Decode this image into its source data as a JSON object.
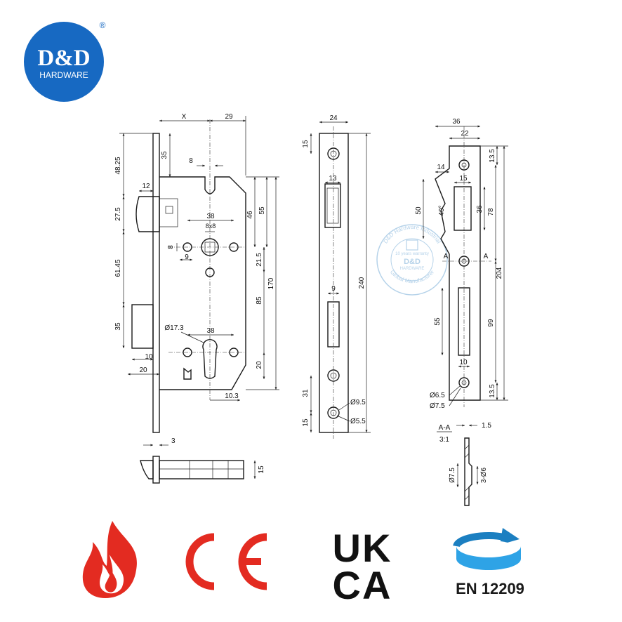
{
  "brand": {
    "logo_line1": "D&D",
    "logo_line2": "HARDWARE",
    "registered": "®",
    "logo_color": "#1769c2"
  },
  "watermark": {
    "ring_top": "D&D Hardware Industrial",
    "center_line1": "10 years warranty",
    "center_line2": "D&D",
    "center_line3": "HARDWARE",
    "ring_bottom": "Global Manufacturer",
    "color": "#a9cbe6"
  },
  "front_view": {
    "dims": {
      "x": "X",
      "w29": "29",
      "h48_25": "48.25",
      "h35_top": "35",
      "w8": "8",
      "w12": "12",
      "h27_5": "27.5",
      "h46": "46",
      "h55": "55",
      "w38_top": "38",
      "sq8x8": "8x8",
      "h8": "8",
      "w9": "9",
      "h61_45": "61.45",
      "h21_5": "21.5",
      "h170": "170",
      "h85": "85",
      "dia17_3": "Ø17.3",
      "w38_bot": "38",
      "h35_low": "35",
      "w10": "10",
      "w20": "20",
      "h20": "20",
      "w10_3": "10.3"
    }
  },
  "bolt_view": {
    "dims": {
      "w3": "3",
      "h15": "15"
    }
  },
  "faceplate_view": {
    "dims": {
      "w24": "24",
      "h15_top": "15",
      "w13": "13",
      "w9": "9",
      "h240": "240",
      "h31": "31",
      "dia9_5": "Ø9.5",
      "dia5_5": "Ø5.5",
      "h15_bot": "15"
    }
  },
  "strike_view": {
    "dims": {
      "w36": "36",
      "w22": "22",
      "h13_5_top": "13.5",
      "w14": "14",
      "w15": "15",
      "h50": "50",
      "angle40": "40°",
      "h36": "36",
      "h78": "78",
      "sec_a_left": "A",
      "sec_a_right": "A",
      "h204": "204",
      "h55": "55",
      "h99": "99",
      "w10": "10",
      "dia6_5": "Ø6.5",
      "dia7_5": "Ø7.5",
      "h13_5_bot": "13.5"
    }
  },
  "section_view": {
    "label": "A-A",
    "scale": "3:1",
    "dims": {
      "w1_5": "1.5",
      "dia7_5": "Ø7.5",
      "dia3_6": "3-Ø6"
    }
  },
  "certifications": {
    "ce": "CE",
    "ukca_line1": "UK",
    "ukca_line2": "CA",
    "en_label": "EN 12209",
    "fire_color": "#e32b21",
    "ce_color": "#e32b21",
    "en_color": "#2ea3e6"
  }
}
